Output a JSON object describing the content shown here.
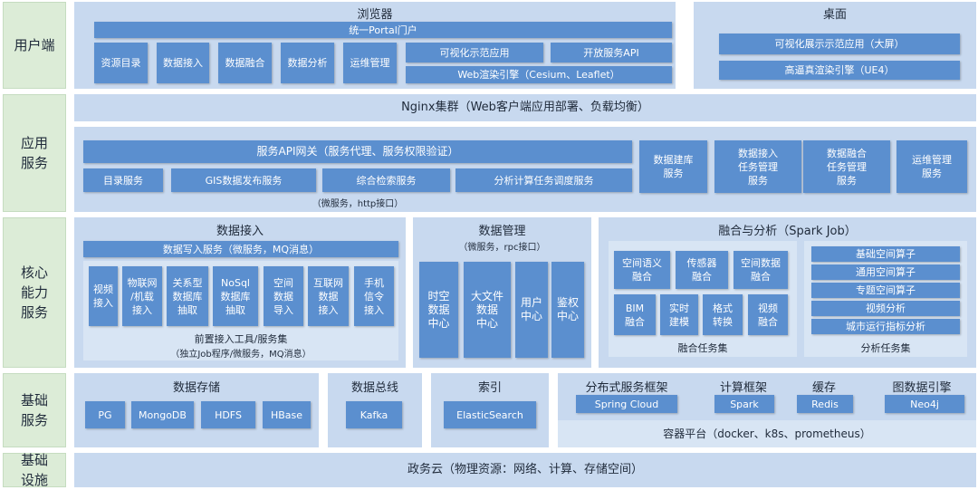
{
  "layers": {
    "user": "用户端",
    "app": "应用\n服务",
    "core": "核心\n能力\n服务",
    "basic": "基础\n服务",
    "infra": "基础\n设施"
  },
  "browser": {
    "title": "浏览器",
    "portal": "统一Portal门户",
    "items": [
      "资源目录",
      "数据接入",
      "数据融合",
      "数据分析",
      "运维管理"
    ],
    "visual_app": "可视化示范应用",
    "open_api": "开放服务API",
    "web_engine": "Web渲染引擎（Cesium、Leaflet）"
  },
  "desktop": {
    "title": "桌面",
    "visual_big": "可视化展示示范应用（大屏）",
    "ue4": "高逼真渲染引擎（UE4）"
  },
  "nginx": "Nginx集群（Web客户端应用部署、负载均衡）",
  "app_service": {
    "gateway": "服务API网关（服务代理、服务权限验证）",
    "items": [
      "目录服务",
      "GIS数据发布服务",
      "综合检索服务",
      "分析计算任务调度服务"
    ],
    "note": "（微服务，http接口）",
    "right": [
      "数据建库\n服务",
      "数据接入\n任务管理\n服务",
      "数据融合\n任务管理\n服务",
      "运维管理\n服务"
    ]
  },
  "ingest": {
    "title": "数据接入",
    "write": "数据写入服务（微服务，MQ消息）",
    "tools": [
      "视频\n接入",
      "物联网\n/机载\n接入",
      "关系型\n数据库\n抽取",
      "NoSql\n数据库\n抽取",
      "空间\n数据\n导入",
      "互联网\n数据\n接入",
      "手机\n信令\n接入"
    ],
    "front_title": "前置接入工具/服务集",
    "front_note": "（独立Job程序/微服务，MQ消息）"
  },
  "manage": {
    "title": "数据管理",
    "note": "（微服务，rpc接口）",
    "items": [
      "时空\n数据\n中心",
      "大文件\n数据\n中心",
      "用户\n中心",
      "鉴权\n中心"
    ]
  },
  "fusion": {
    "title": "融合与分析（Spark Job）",
    "tasks": [
      "空间语义\n融合",
      "传感器\n融合",
      "空间数据\n融合",
      "BIM\n融合",
      "实时\n建模",
      "格式\n转换",
      "视频\n融合"
    ],
    "task_title": "融合任务集",
    "analysis": [
      "基础空间算子",
      "通用空间算子",
      "专题空间算子",
      "视频分析",
      "城市运行指标分析"
    ],
    "analysis_title": "分析任务集"
  },
  "storage": {
    "title": "数据存储",
    "items": [
      "PG",
      "MongoDB",
      "HDFS",
      "HBase"
    ]
  },
  "bus": {
    "title": "数据总线",
    "item": "Kafka"
  },
  "index": {
    "title": "索引",
    "item": "ElasticSearch"
  },
  "dist": {
    "title": "分布式服务框架",
    "item": "Spring Cloud"
  },
  "compute": {
    "title": "计算框架",
    "item": "Spark"
  },
  "cache": {
    "title": "缓存",
    "item": "Redis"
  },
  "graph": {
    "title": "图数据引擎",
    "item": "Neo4j"
  },
  "container": "容器平台（docker、k8s、prometheus）",
  "cloud": "政务云（物理资源：网络、计算、存储空间）"
}
